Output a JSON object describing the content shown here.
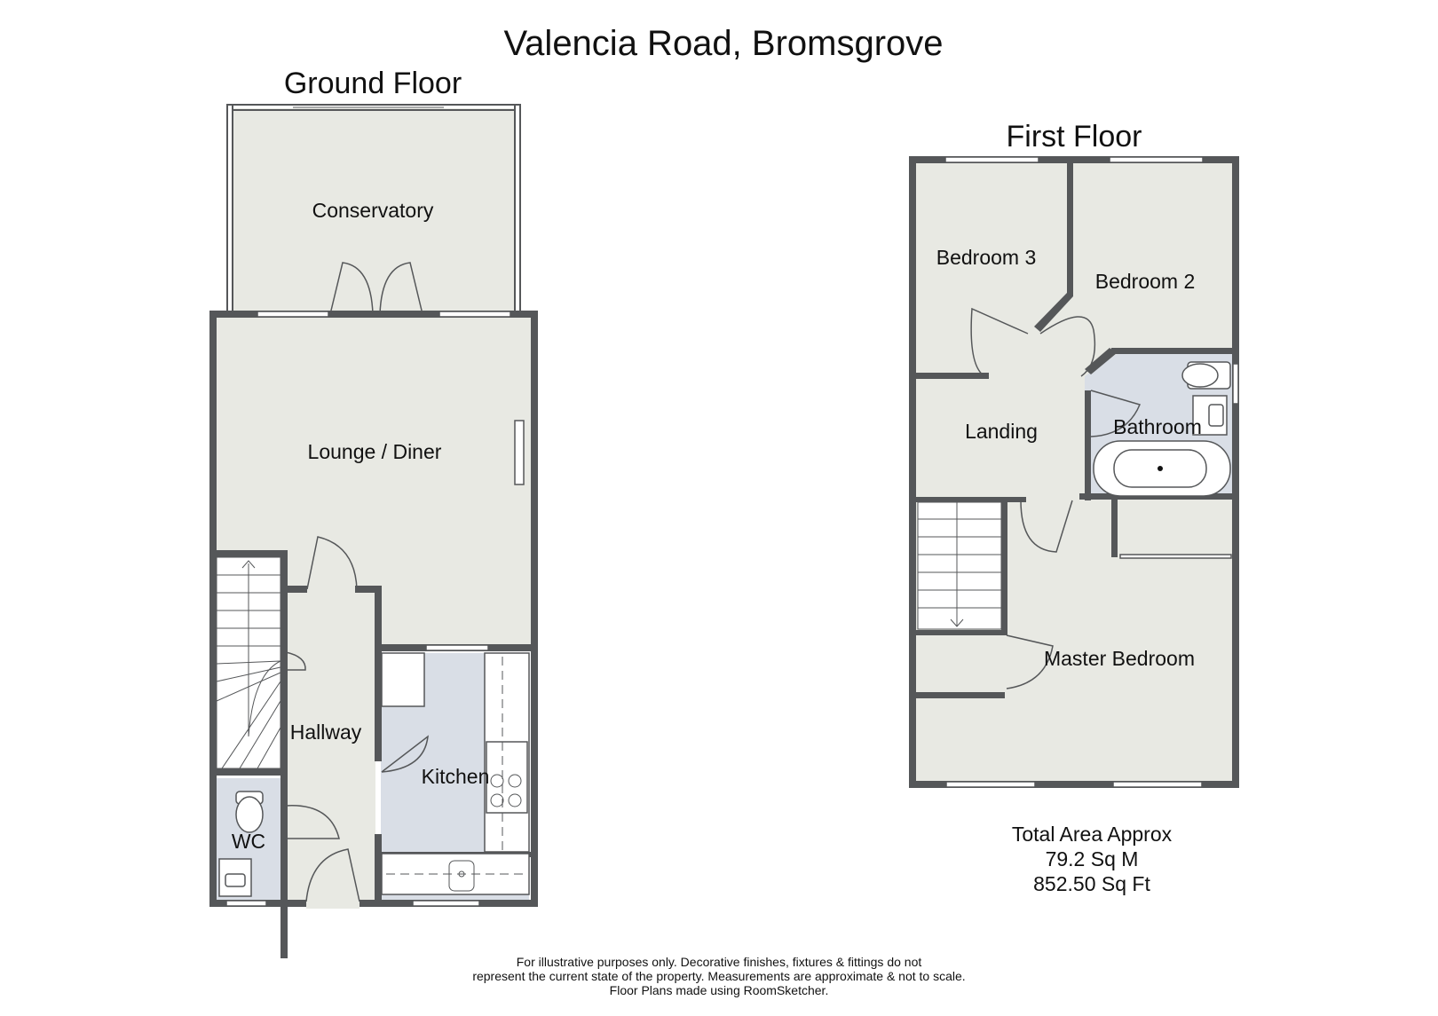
{
  "title": "Valencia Road, Bromsgrove",
  "floors": {
    "ground": {
      "label": "Ground Floor",
      "rooms": {
        "conservatory": "Conservatory",
        "lounge_diner": "Lounge / Diner",
        "hallway": "Hallway",
        "kitchen": "Kitchen",
        "wc": "WC"
      }
    },
    "first": {
      "label": "First Floor",
      "rooms": {
        "bedroom3": "Bedroom 3",
        "bedroom2": "Bedroom 2",
        "landing": "Landing",
        "bathroom": "Bathroom",
        "master_bedroom": "Master Bedroom"
      }
    }
  },
  "total_area": {
    "label": "Total Area Approx",
    "sq_m": "79.2 Sq M",
    "sq_ft": "852.50 Sq Ft"
  },
  "disclaimer": {
    "line1": "For illustrative purposes only. Decorative finishes, fixtures & fittings do not",
    "line2": "represent the current state of the property. Measurements are approximate & not to scale.",
    "line3": "Floor Plans made using RoomSketcher."
  },
  "colors": {
    "wall": "#555759",
    "room_fill": "#e8e9e3",
    "wet_fill": "#d9dee6",
    "window": "#ffffff"
  }
}
